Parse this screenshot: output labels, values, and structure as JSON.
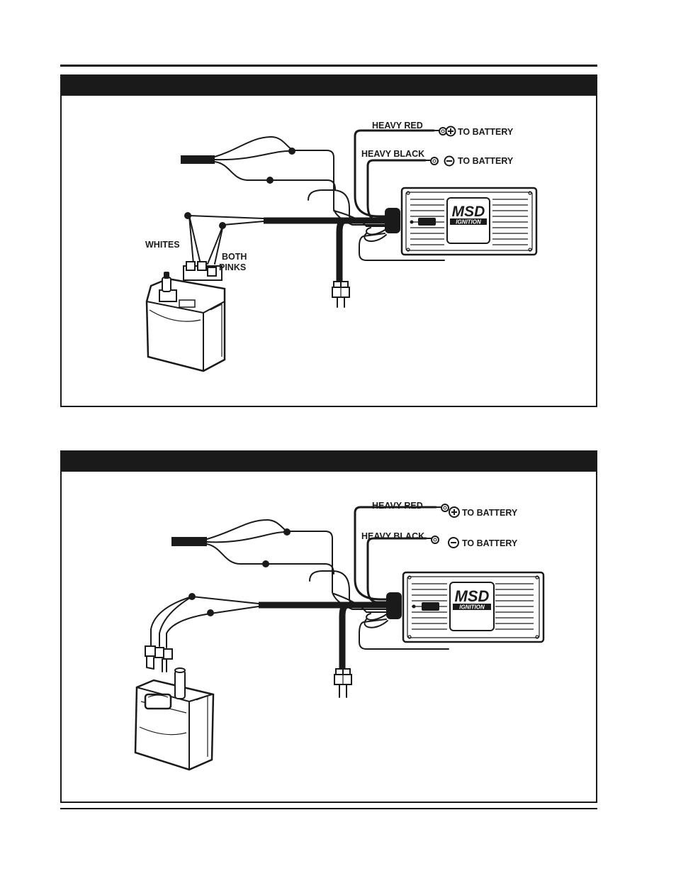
{
  "diagram_1": {
    "label_heavy_red": "HEAVY RED",
    "label_heavy_black": "HEAVY BLACK",
    "label_to_battery_pos": "TO BATTERY",
    "label_to_battery_neg": "TO BATTERY",
    "label_whites": "WHITES",
    "label_both": "BOTH",
    "label_pinks": "PINKS",
    "logo_text": "MSD",
    "logo_sub": "IGNITION"
  },
  "diagram_2": {
    "label_heavy_red": "HEAVY RED",
    "label_heavy_black": "HEAVY BLACK",
    "label_to_battery_pos": "TO BATTERY",
    "label_to_battery_neg": "TO BATTERY",
    "logo_text": "MSD",
    "logo_sub": "IGNITION"
  },
  "icons": [
    "plus-circle-icon",
    "minus-circle-icon",
    "ring-terminal-icon"
  ],
  "colors": {
    "ink": "#1a1a1a",
    "background": "#ffffff"
  }
}
